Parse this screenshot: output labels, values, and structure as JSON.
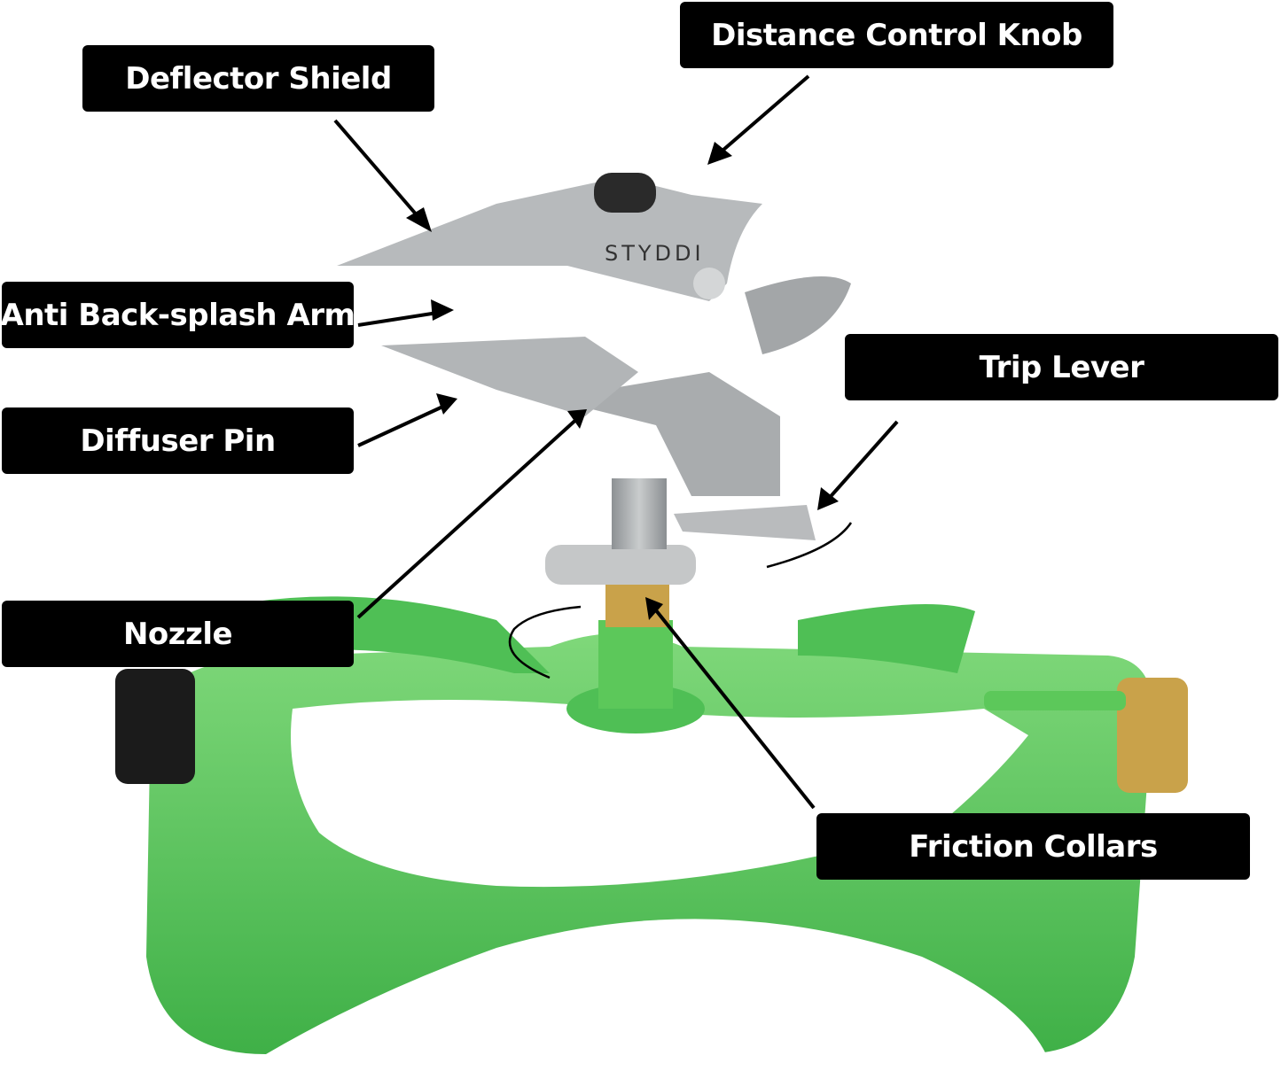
{
  "diagram": {
    "subject": "Impact sprinkler on green base",
    "brand_mark": "STYDDI",
    "labels": [
      {
        "id": "deflector-shield",
        "text": "Deflector Shield"
      },
      {
        "id": "distance-control-knob",
        "text": "Distance Control Knob"
      },
      {
        "id": "anti-back-splash-arm",
        "text": "Anti Back-splash Arm"
      },
      {
        "id": "diffuser-pin",
        "text": "Diffuser Pin"
      },
      {
        "id": "trip-lever",
        "text": "Trip Lever"
      },
      {
        "id": "nozzle",
        "text": "Nozzle"
      },
      {
        "id": "friction-collars",
        "text": "Friction Collars"
      }
    ],
    "colors": {
      "label_bg": "#000000",
      "label_text": "#ffffff",
      "base_green": "#5cc85a",
      "metal_gray": "#a9acae",
      "brass": "#c9a24a"
    }
  }
}
